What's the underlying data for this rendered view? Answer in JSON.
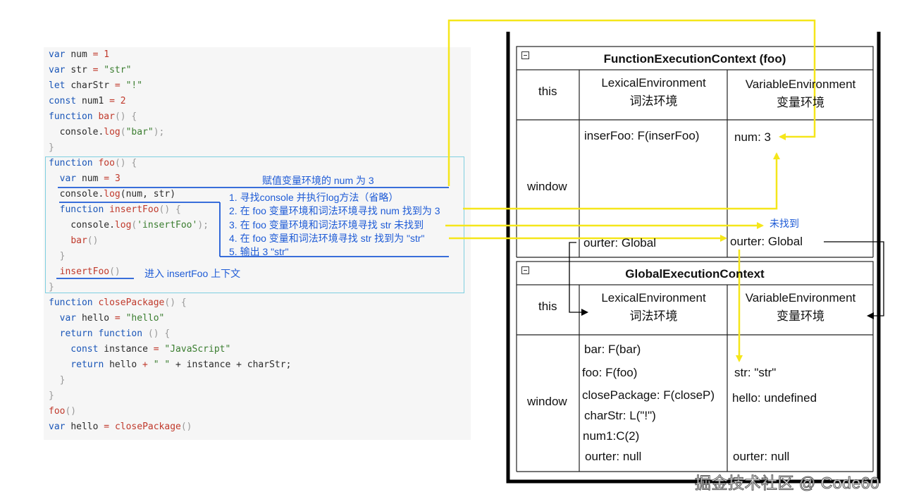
{
  "code": {
    "l1": {
      "a": "var ",
      "b": "num",
      "c": " = ",
      "d": "1"
    },
    "l2": {
      "a": "var ",
      "b": "str",
      "c": " = ",
      "d": "\"str\""
    },
    "l3": {
      "a": "let ",
      "b": "charStr",
      "c": " = ",
      "d": "\"!\""
    },
    "l4": {
      "a": "const ",
      "b": "num1",
      "c": " = ",
      "d": "2"
    },
    "l5": {
      "a": "function ",
      "b": "bar",
      "c": "() {"
    },
    "l6": {
      "a": "  console.",
      "b": "log",
      "c": "(",
      "d": "\"bar\"",
      "e": ");"
    },
    "l7": {
      "a": "}"
    },
    "l8": {
      "a": "function ",
      "b": "foo",
      "c": "() {"
    },
    "l9": {
      "a": "  var ",
      "b": "num",
      "c": " = ",
      "d": "3"
    },
    "l10": {
      "a": "  console.",
      "b": "log",
      "c": "(num, str)"
    },
    "l11": {
      "a": "  function ",
      "b": "insertFoo",
      "c": "() {"
    },
    "l12": {
      "a": "    console.",
      "b": "log",
      "c": "(",
      "d": "'insertFoo'",
      "e": ");"
    },
    "l13": {
      "a": "    ",
      "b": "bar",
      "c": "()"
    },
    "l14": {
      "a": "  }"
    },
    "l15": {
      "a": "  ",
      "b": "insertFoo",
      "c": "()"
    },
    "l16": {
      "a": "}"
    },
    "l17": {
      "a": "function ",
      "b": "closePackage",
      "c": "() {"
    },
    "l18": {
      "a": "  var ",
      "b": "hello",
      "c": " = ",
      "d": "\"hello\""
    },
    "l19": {
      "a": "  return ",
      "b": "function",
      "c": " () {"
    },
    "l20": {
      "a": "    const ",
      "b": "instance",
      "c": " = ",
      "d": "\"JavaScript\""
    },
    "l21": {
      "a": "    return ",
      "b": "hello",
      "c": " + ",
      "d": "\" \"",
      "e": " + instance + charStr;"
    },
    "l22": {
      "a": "  }"
    },
    "l23": {
      "a": "}"
    },
    "l24": {
      "a": "foo",
      "b": "()"
    },
    "l25": {
      "a": "var ",
      "b": "hello",
      "c": " = ",
      "d": "closePackage",
      "e": "()"
    }
  },
  "notes": {
    "assign": "赋值变量环境的 num 为 3",
    "step1": "1. 寻找console 并执行log方法（省略）",
    "step2": "2. 在 foo 变量环境和词法环境寻找 num 找到为 3",
    "step3": "3. 在 foo 变量环境和词法环境寻找 str 未找到",
    "step4": "4. 在 foo 变量和词法环境寻找 str 找到为 \"str\"",
    "step5": "5. 输出 3 \"str\"",
    "enter": "进入 insertFoo 上下文",
    "not_found": "未找到"
  },
  "fec": {
    "title": "FunctionExecutionContext (foo)",
    "this_label": "this",
    "lex_label": "LexicalEnvironment\n词法环境",
    "var_label": "VariableEnvironment\n变量环境",
    "window_label": "window",
    "lex_entry": "inserFoo: F(inserFoo)",
    "var_entry": "num: 3",
    "lex_outer": "ourter: Global",
    "var_outer": "ourter: Global"
  },
  "gec": {
    "title": "GlobalExecutionContext",
    "this_label": "this",
    "lex_label": "LexicalEnvironment\n词法环境",
    "var_label": "VariableEnvironment\n变量环境",
    "window_label": "window",
    "lex_entries": [
      "bar: F(bar)",
      "foo: F(foo)",
      "closePackage: F(closeP)",
      "charStr: L(\"!\")",
      "num1:C(2)"
    ],
    "lex_outer": "ourter: null",
    "var_entries": [
      "str: \"str\"",
      "hello: undefined"
    ],
    "var_outer": "ourter: null"
  },
  "watermark": "掘金技术社区 @ Code60",
  "colors": {
    "yellow": "#f5e61a",
    "blue": "#1e5bd6",
    "cyan": "#7ecfe0"
  }
}
